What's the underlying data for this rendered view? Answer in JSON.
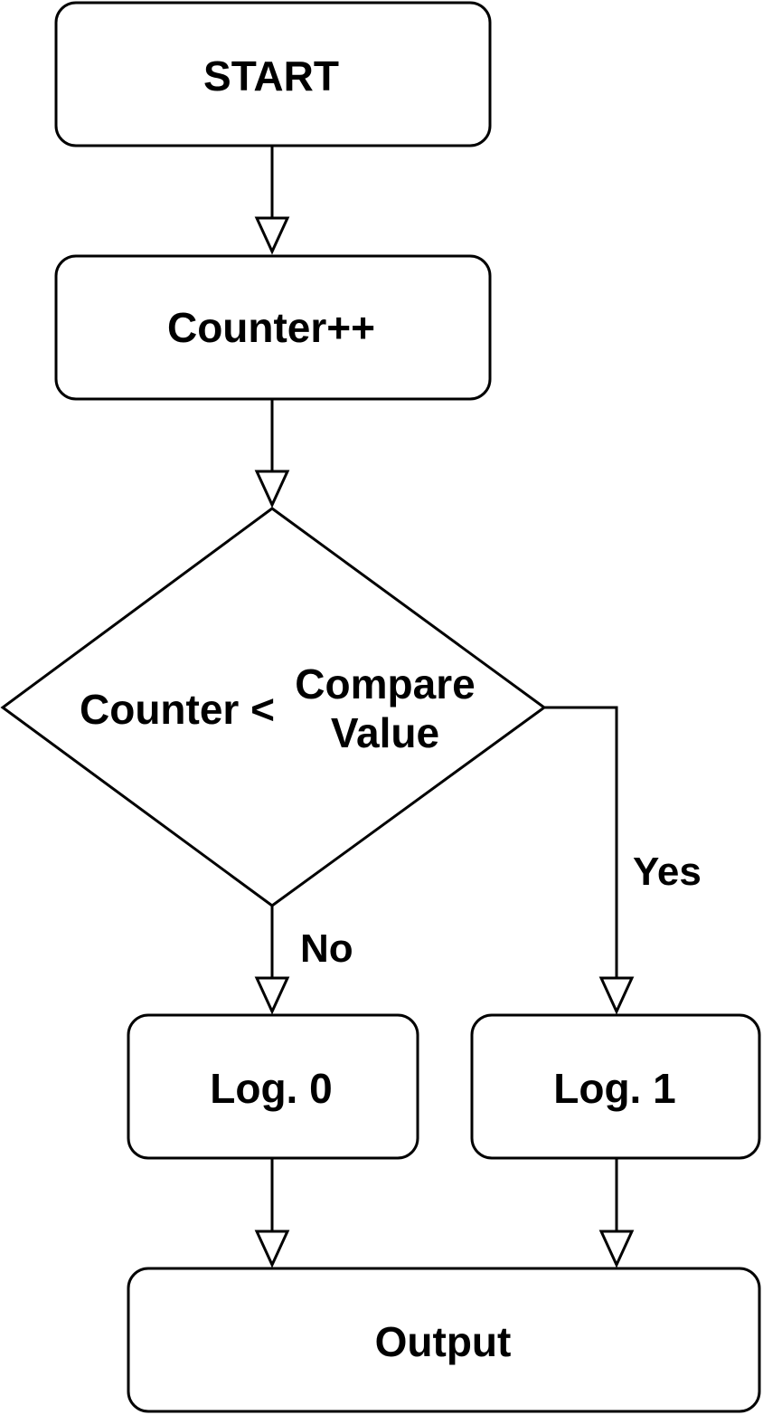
{
  "nodes": {
    "start": "START",
    "counter_increment": "Counter++",
    "decision": {
      "line1_left": "Counter <",
      "line1_right": "Compare",
      "line2": "Value"
    },
    "log0": "Log. 0",
    "log1": "Log. 1",
    "output": "Output"
  },
  "edge_labels": {
    "no": "No",
    "yes": "Yes"
  },
  "colors": {
    "stroke": "#000000",
    "fill": "#ffffff"
  }
}
